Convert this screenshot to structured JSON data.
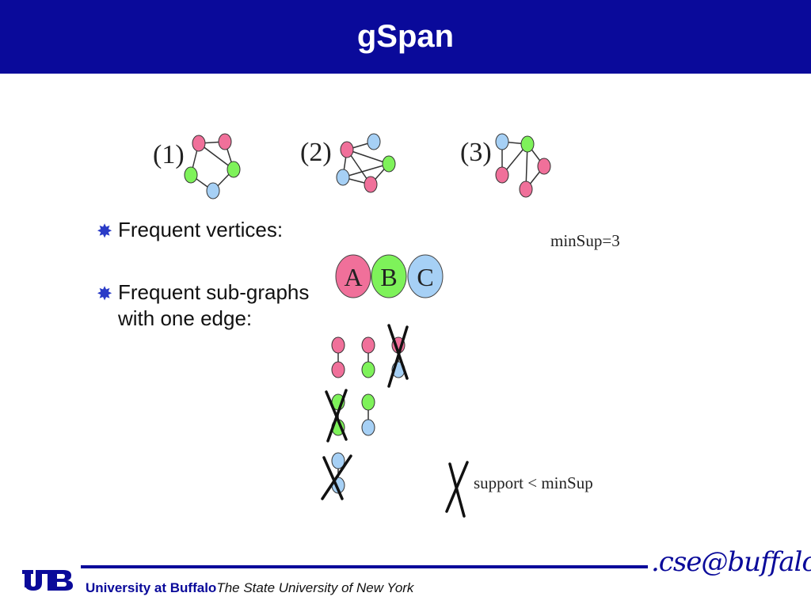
{
  "title": "gSpan",
  "graphs": [
    {
      "label": "(1)"
    },
    {
      "label": "(2)"
    },
    {
      "label": "(3)"
    }
  ],
  "bullets": {
    "frequent_vertices": "Frequent vertices:",
    "frequent_subgraphs_line1": "Frequent sub-graphs",
    "frequent_subgraphs_line2": "with one edge:"
  },
  "minsup": "minSup=3",
  "vertex_labels": [
    "A",
    "B",
    "C"
  ],
  "legend": "support < minSup",
  "colors": {
    "A": "#f0709a",
    "B": "#7ef25a",
    "C": "#a6d0f5",
    "header": "#0a0a9a"
  },
  "footer": {
    "university": "University at Buffalo",
    "subtitle": "The State University of  New York",
    "brand": ".cse@buffalo"
  }
}
